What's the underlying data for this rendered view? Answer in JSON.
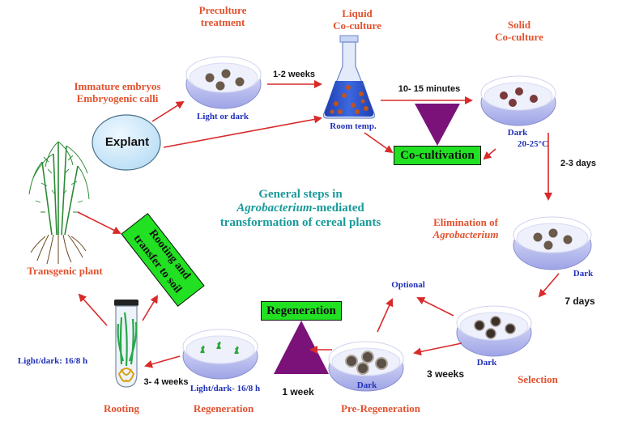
{
  "center_title": {
    "line1": "General steps in",
    "line2_em": "Agrobacterium",
    "line2_rest": "-mediated",
    "line3": "transformation of cereal plants"
  },
  "explant": {
    "label": "Explant",
    "sources_line1": "Immature embryos",
    "sources_line2": "Embryogenic calli"
  },
  "preculture": {
    "title_line1": "Preculture",
    "title_line2": "treatment",
    "condition": "Light or dark",
    "duration": "1-2 weeks"
  },
  "liquid": {
    "title_line1": "Liquid",
    "title_line2": "Co-culture",
    "condition": "Room temp.",
    "duration": "10- 15 minutes"
  },
  "solid": {
    "title_line1": "Solid",
    "title_line2": "Co-culture",
    "condition": "Dark",
    "temp": "20-25",
    "temp_unit": "°C",
    "duration": "2-3 days"
  },
  "cocultivation": {
    "label": "Co-cultivation"
  },
  "elimination": {
    "title_line1": "Elimination of",
    "title_em": "Agrobacterium",
    "condition": "Dark",
    "duration": "7 days"
  },
  "selection": {
    "title": "Selection",
    "condition": "Dark",
    "duration": "3 weeks",
    "optional": "Optional"
  },
  "pre_regeneration": {
    "title": "Pre-Regeneration",
    "condition": "Dark",
    "duration": "1 week"
  },
  "regeneration": {
    "title": "Regeneration",
    "condition": "Light/dark- 16/8 h",
    "box_label": "Regeneration"
  },
  "rooting": {
    "title": "Rooting",
    "condition": "Light/dark: 16/8 h",
    "duration": "3- 4 weeks",
    "box_line1": "Rooting and",
    "box_line2": "transfer to soil"
  },
  "transgenic": {
    "label": "Transgenic plant"
  },
  "colors": {
    "arrow": "#d92a2a",
    "triangle": "#7a127a",
    "green_box": "#22e022",
    "dish_medium": "#bfc3f2",
    "title_orange": "#e2522f",
    "condition_blue": "#2030b8",
    "center_teal": "#1a9a9a"
  }
}
